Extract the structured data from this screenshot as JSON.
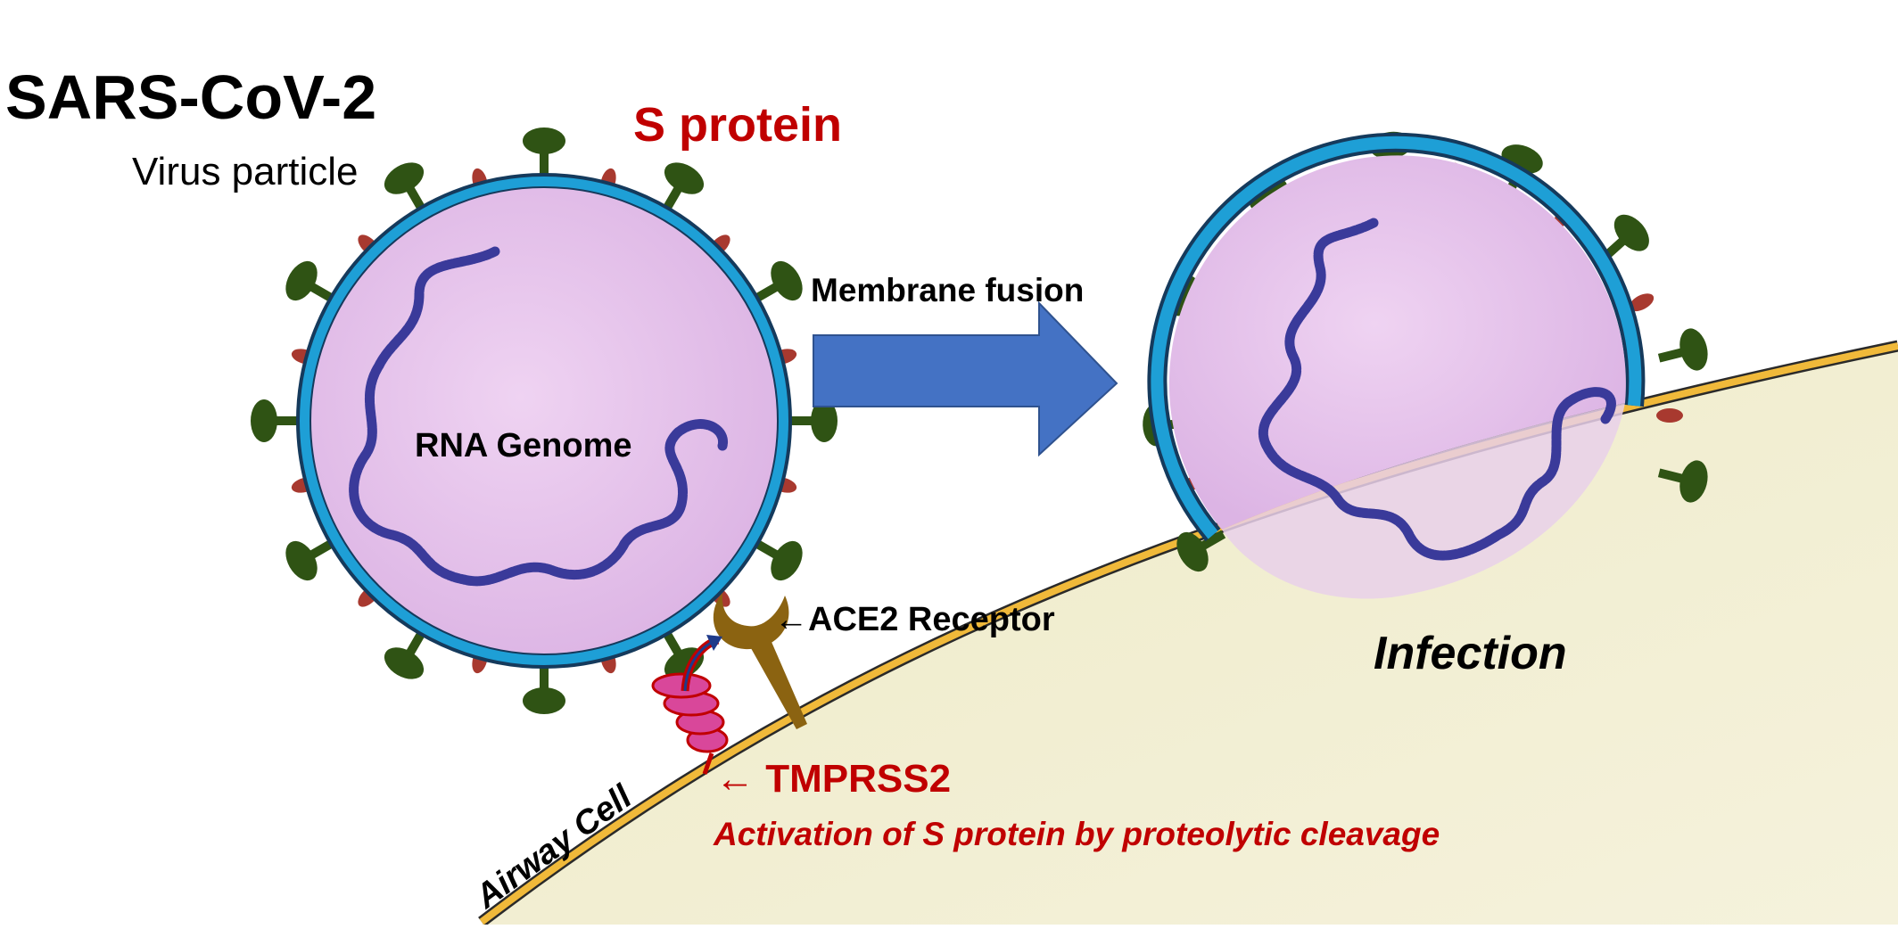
{
  "labels": {
    "title": "SARS-CoV-2",
    "subtitle": "Virus particle",
    "s_protein": "S protein",
    "rna_genome": "RNA Genome",
    "membrane_fusion": "Membrane fusion",
    "ace2": "←ACE2 Receptor",
    "tmprss2": "← TMPRSS2",
    "activation": "Activation of S protein by proteolytic cleavage",
    "airway_cell": "Airway Cell",
    "infection": "Infection"
  },
  "colors": {
    "virus_fill": "#e6c3ec",
    "envelope": "#1e9fd6",
    "spike_green": "#2f5314",
    "spike_red": "#a8392f",
    "rna": "#3a3a9a",
    "arrow": "#4472c4",
    "cell_fill": "#f0eed2",
    "cell_membrane": "#f0b93a",
    "ace2": "#8b6311",
    "tmprss2": "#d9479a",
    "red_text": "#c00000"
  }
}
